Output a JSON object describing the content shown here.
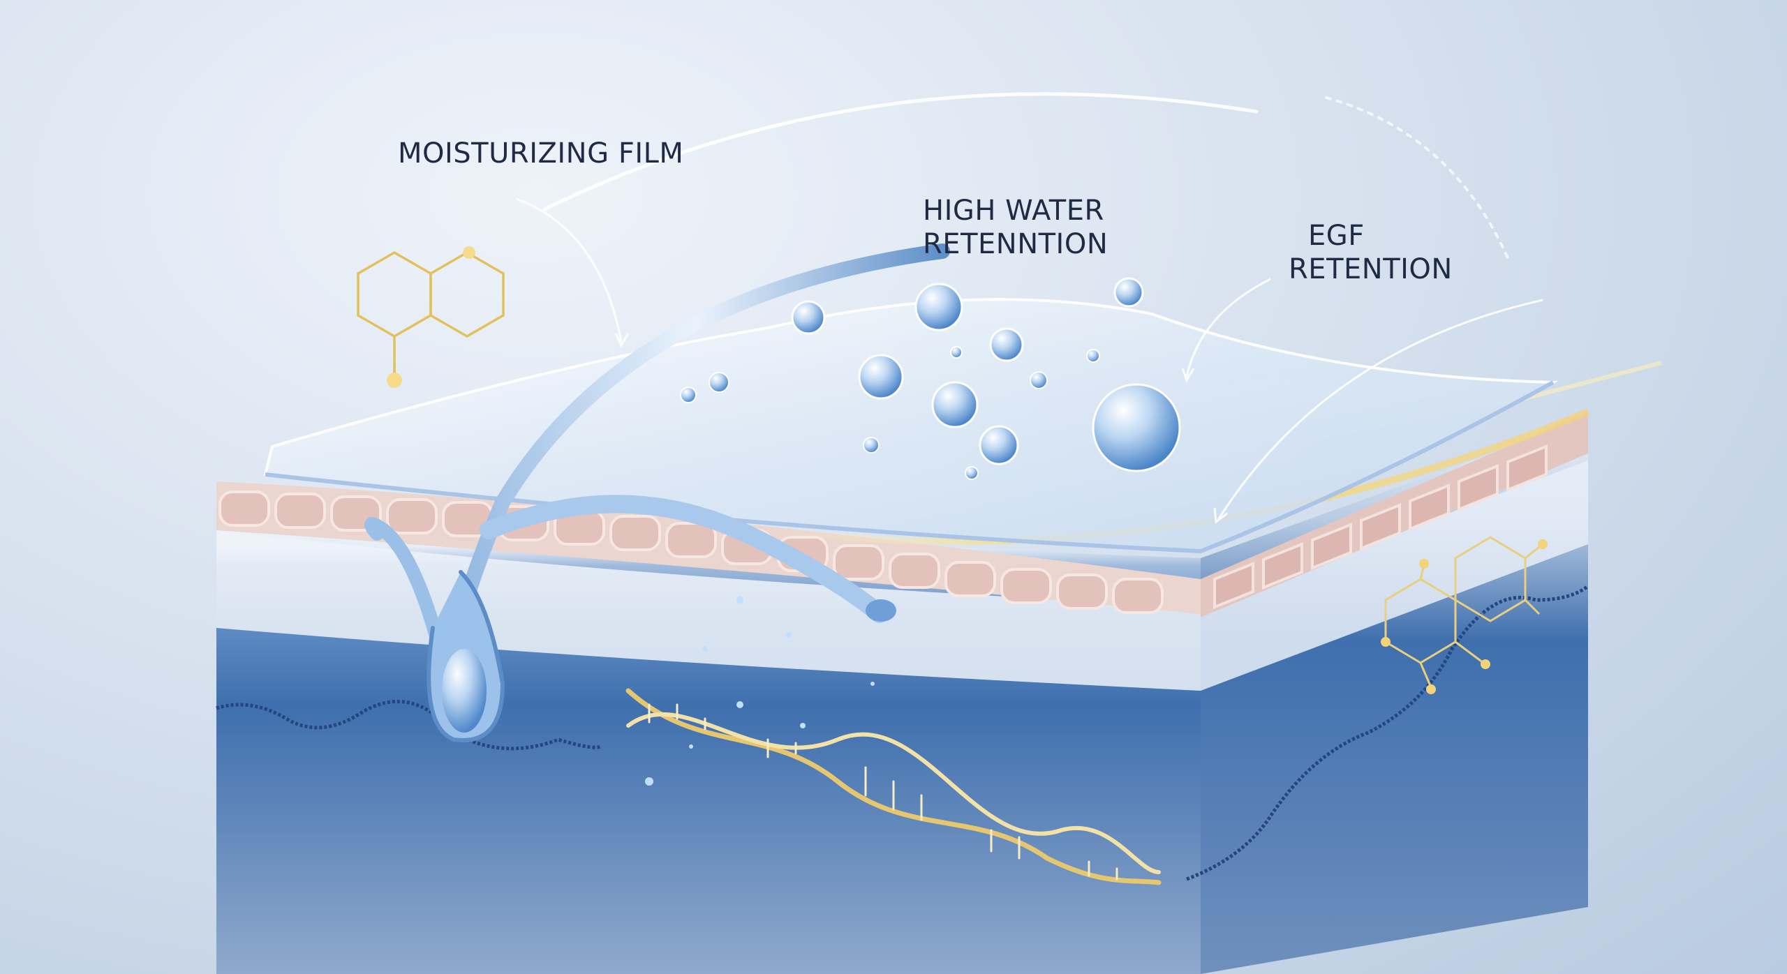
{
  "labels": {
    "moisturizing_film": "MOISTURIZING FILM",
    "high_water_retention": [
      "HIGH WATER",
      "RETENNTION"
    ],
    "egf_retention": [
      "EGF",
      "RETENTION"
    ]
  },
  "colors": {
    "background": "#d7e2ef",
    "film": "#e8f1fb",
    "epidermis_cells": "#e9cfc9",
    "gold_accent": "#e2c15c",
    "dermis_blue": "#3f6fae",
    "deep_blue": "#2d5898",
    "label_text": "#1f2a44"
  },
  "icons": {
    "molecule_left": "hexagon-molecule-icon",
    "molecule_right": "benzene-molecule-icon",
    "dna": "dna-helix-icon",
    "hair_follicle": "hair-follicle-icon"
  }
}
